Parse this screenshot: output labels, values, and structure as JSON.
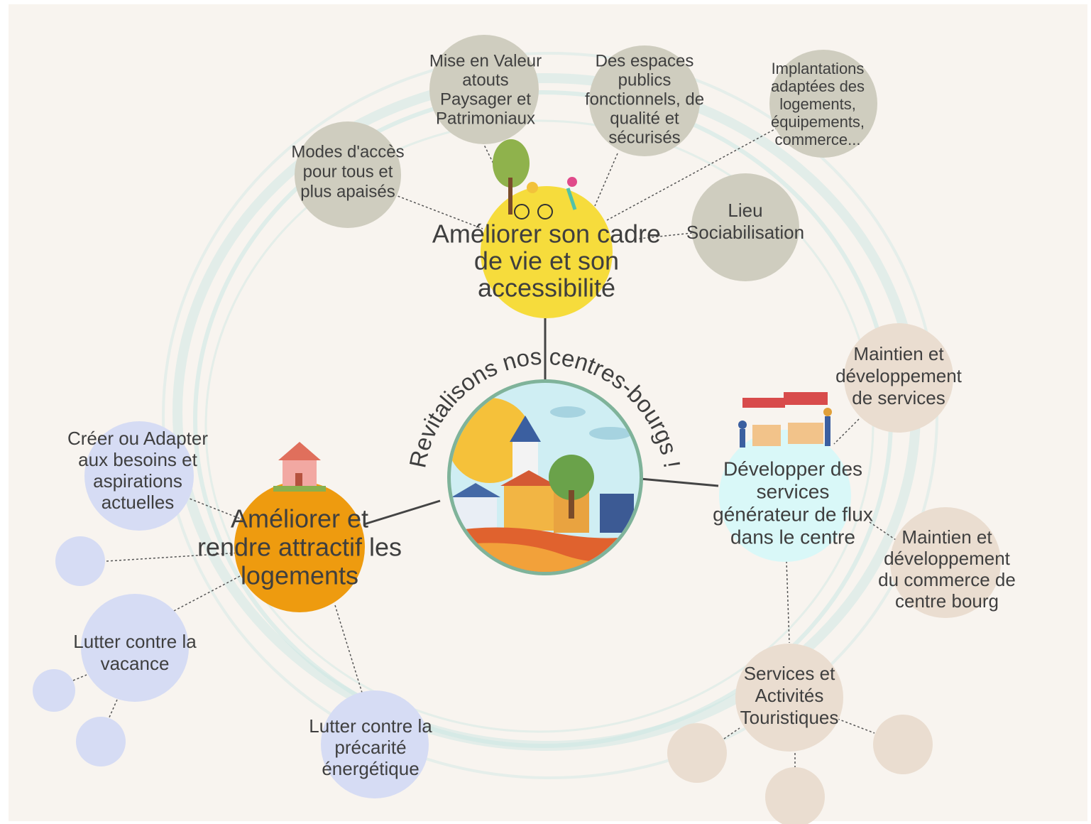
{
  "colors": {
    "background": "#f8f4ef",
    "swirl": "#cfe7e4",
    "central_ring": "#7fb39a",
    "yellow": "#f6dc3c",
    "orange": "#ee9b0f",
    "cyan": "#d9f8f8",
    "gray_bubble": "#cfcdbf",
    "lavender_bubble": "#d6dcf4",
    "beige_bubble": "#eaddd0",
    "text": "#3f3f3f",
    "connector": "#555555"
  },
  "center": {
    "arc_title": "Revitalisons nos centres-bourgs !"
  },
  "hub_cadre": {
    "lines": [
      "Améliorer son cadre",
      "de vie et son",
      "accessibilité"
    ],
    "children": [
      {
        "id": "modes",
        "lines": [
          "Modes d'accès",
          "pour tous et",
          "plus apaisés"
        ]
      },
      {
        "id": "valeur",
        "lines": [
          "Mise en Valeur",
          "atouts",
          "Paysager et",
          "Patrimoniaux"
        ]
      },
      {
        "id": "espaces",
        "lines": [
          "Des espaces",
          "publics",
          "fonctionnels, de",
          "qualité et",
          "sécurisés"
        ]
      },
      {
        "id": "implantations",
        "lines": [
          "Implantations",
          "adaptées des",
          "logements,",
          "équipements,",
          "commerce..."
        ]
      },
      {
        "id": "lieu",
        "lines": [
          "Lieu",
          "Sociabilisation"
        ]
      }
    ]
  },
  "hub_logements": {
    "lines": [
      "Améliorer et",
      "rendre attractif les",
      "logements"
    ],
    "children": [
      {
        "id": "creer",
        "lines": [
          "Créer ou Adapter",
          "aux besoins et",
          "aspirations",
          "actuelles"
        ]
      },
      {
        "id": "vacance",
        "lines": [
          "Lutter contre la",
          "vacance"
        ]
      },
      {
        "id": "precarite",
        "lines": [
          "Lutter contre la",
          "précarité",
          "énergétique"
        ]
      }
    ]
  },
  "hub_services": {
    "lines": [
      "Développer des",
      "services",
      "générateur de flux",
      "dans le centre"
    ],
    "children": [
      {
        "id": "maintien_services",
        "lines": [
          "Maintien et",
          "développement",
          "de services"
        ]
      },
      {
        "id": "maintien_commerce",
        "lines": [
          "Maintien et",
          "développement",
          "du commerce de",
          "centre bourg"
        ]
      },
      {
        "id": "touristiques",
        "lines": [
          "Services et",
          "Activités",
          "Touristiques"
        ]
      }
    ]
  }
}
